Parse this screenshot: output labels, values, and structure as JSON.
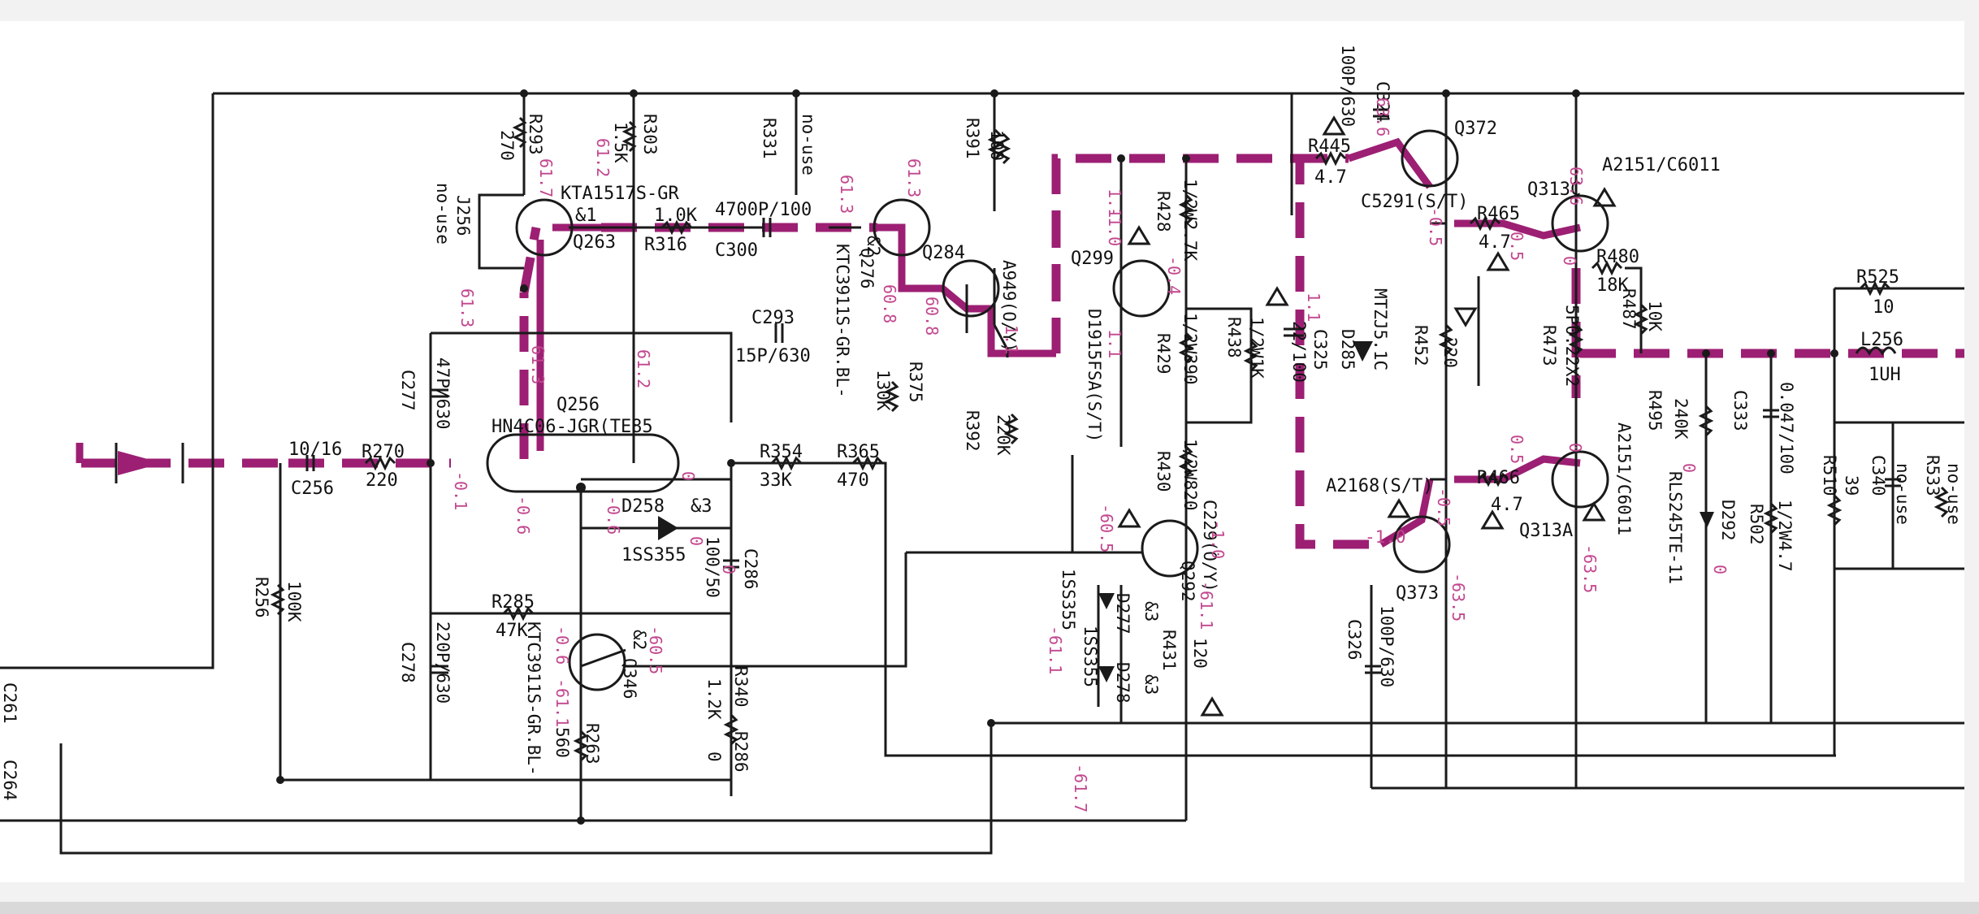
{
  "colors": {
    "signal_path": "#9c1f73",
    "voltage_text": "#c2478e",
    "wire": "#1a1a1a"
  },
  "icons": {
    "warning": "warning-triangle-icon",
    "input": "signal-arrow-icon"
  },
  "labels": {
    "r293": "R293",
    "v270": "270",
    "r303": "R303",
    "v1_5k": "1.5K",
    "r331": "R331",
    "nouse1": "no-use",
    "r391": "R391",
    "v100": "100",
    "c324": "C324",
    "v100p630a": "100P/630",
    "q372": "Q372",
    "r445": "R445",
    "v4_7a": "4.7",
    "c5291": "C5291(S/T)",
    "r465": "R465",
    "v4_7b": "4.7",
    "q313c": "Q313C",
    "a2151a": "A2151/C6011",
    "kta": "KTA1517S-GR",
    "q263": "Q263",
    "d1": "&1",
    "j256": "J256",
    "nouse2": "no-use",
    "r316": "R316",
    "v1_0k": "1.0K",
    "c300": "C300",
    "v4700p": "4700P/100",
    "q276": "Q276",
    "ktc3911a": "KTC3911S-GR.BL-",
    "d2a": "&2",
    "q284": "Q284",
    "a949": "A949(O/Y)",
    "q299": "Q299",
    "d1915": "D1915FSA(S/T)",
    "r428": "R428",
    "v1_2w2_7k": "1/2W2.7K",
    "r438": "R438",
    "v1_2w1k": "1/2W1K",
    "r429": "R429",
    "v1_2w390": "1/2W390",
    "c325": "C325",
    "v22_100": "22/100",
    "d285": "D285",
    "mtz": "MTZJ5.1C",
    "r452": "R452",
    "v220a": "220",
    "r480": "R480",
    "v18k": "18K",
    "r487": "R487",
    "v10k": "10K",
    "r473": "R473",
    "v5p": "5P0.22X2",
    "r525": "R525",
    "v10": "10",
    "l256": "L256",
    "v1uh": "1UH",
    "c293": "C293",
    "v15p": "15P/630",
    "c277": "C277",
    "v47p": "47P/630",
    "q256": "Q256",
    "hn4c06": "HN4C06-JGR(TE85",
    "c256": "C256",
    "v10_16": "10/16",
    "r270": "R270",
    "v220b": "220",
    "r354": "R354",
    "v33k": "33K",
    "r365": "R365",
    "v470": "470",
    "r375": "R375",
    "v130k": "130K",
    "r392": "R392",
    "v220k": "220K",
    "d258": "D258",
    "d3a": "&3",
    "v1ss355": "1SS355",
    "c286": "C286",
    "v100_50": "100/50",
    "r430": "R430",
    "v1_2w820": "1/2W820",
    "a2168": "A2168(S/T)",
    "r466": "R466",
    "v4_7c": "4.7",
    "q313a": "Q313A",
    "a2151b": "A2151/C6011",
    "c229": "C229(O/Y)",
    "q292": "Q292",
    "q373": "Q373",
    "c326": "C326",
    "v100p630b": "100P/630",
    "r495": "R495",
    "v240k": "240K",
    "c333": "C333",
    "v0_047": "0.047/100",
    "r510": "R510",
    "v39": "39",
    "r533": "R533",
    "nouse3": "no-use",
    "c340": "C340",
    "nouse4": "no-use",
    "d292": "D292",
    "rls245": "RLS245TE-11",
    "r502": "R502",
    "v1_2w4_7": "1/2W4.7",
    "r256": "R256",
    "v100k": "100K",
    "r285": "R285",
    "v47k": "47K",
    "c278": "C278",
    "v220p": "220P/630",
    "q346": "Q346",
    "ktc3911b": "KTC3911S-GR.BL-",
    "d2b": "&2",
    "r340": "R340",
    "v1_2k": "1.2K",
    "r286": "R286",
    "v0a": "0",
    "r263": "R263",
    "v560": "560",
    "d277": "D277",
    "d278": "D278",
    "v1ss355b": "1SS355",
    "v1ss355c": "1SS355",
    "d3b": "&3",
    "d3c": "&3",
    "r431": "R431",
    "v120": "120",
    "c261": "C261",
    "c264": "C264"
  },
  "voltages": {
    "v61_7": "61.7",
    "v61_2a": "61.2",
    "v61_3a": "61.3",
    "v61_3b": "61.3",
    "v61_3c": "61.3",
    "v61_3d": "61.3",
    "v61_2b": "61.2",
    "v60_8a": "60.8",
    "v60_8b": "60.8",
    "v1_1a": "1.1",
    "v1_1b": "1.1",
    "v1_1c": "1.1",
    "v1_1d": "1.1",
    "vm0_4": "-0.4",
    "vm1_0a": "-1.0",
    "v63_6a": "63.6",
    "v63_6b": "63.6",
    "vm0_5a": "-0.5",
    "v0_5a": "0.5",
    "v0a": "0",
    "v0b": "0",
    "v0c": "0",
    "vm0_1": "-0.1",
    "vm0_6a": "-0.6",
    "vm0_6b": "-0.6",
    "vm0_6c": "-0.6",
    "v0d": "0",
    "vm60_5a": "-60.5",
    "vm60_5b": "-60.5",
    "vm61_1a": "-61.1",
    "vm61_1b": "-61.1",
    "vm61_1c": "-61.1",
    "vm61_7": "-61.7",
    "vm1_0b": "-1.0",
    "vm1_0c": "-1.0",
    "vm0_5b": "-0.5",
    "v0_5b": "0.5",
    "v0e": "0",
    "vm63_5a": "-63.5",
    "vm63_5b": "-63.5",
    "v0f": "0",
    "v0g": "0"
  }
}
